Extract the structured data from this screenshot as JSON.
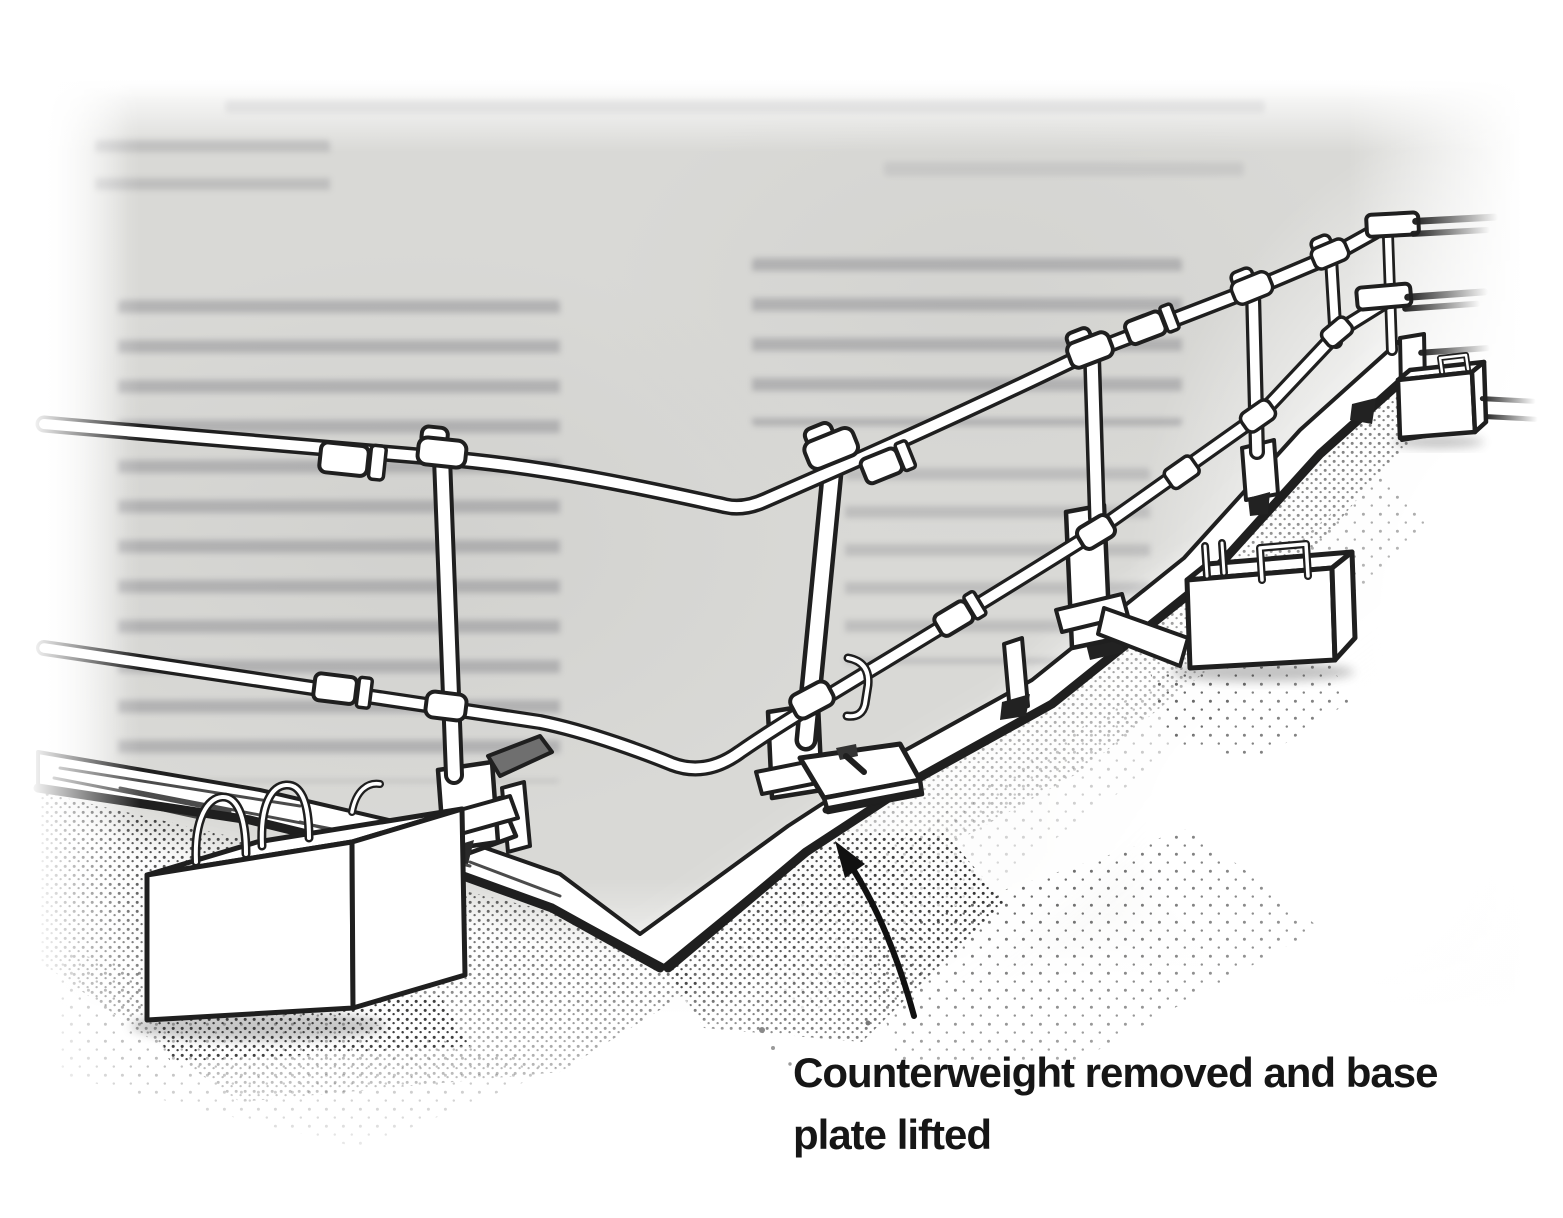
{
  "colors": {
    "page_background": "#ffffff",
    "paper": "#d9d9d6",
    "ink": "#1f1f1f"
  },
  "figure": {
    "type": "line-illustration",
    "subject": "Counterweighted free-standing guardrail at a roof edge corner"
  },
  "annotation": {
    "arrow_icon": "annotation-arrow",
    "line1": "Counterweight removed and base",
    "line2": "plate lifted"
  }
}
